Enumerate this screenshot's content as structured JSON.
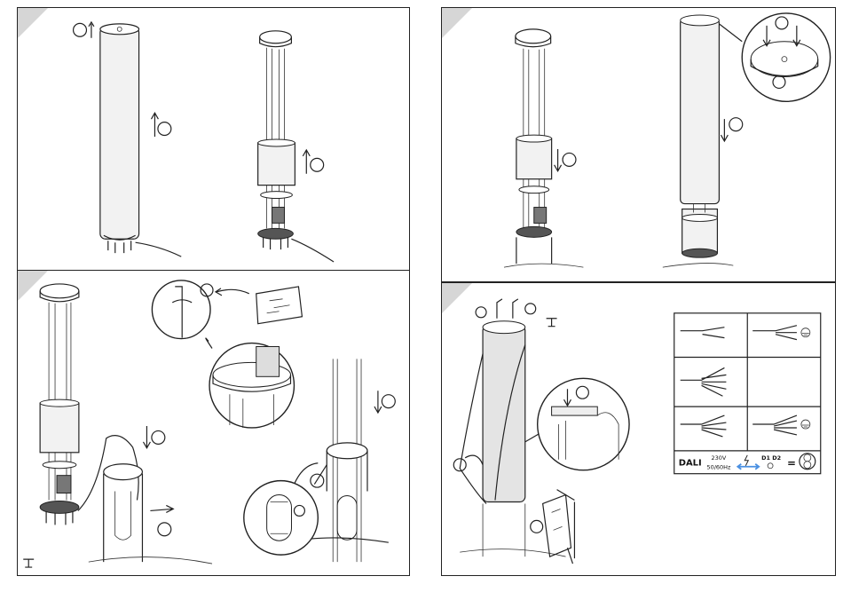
{
  "wiring_table": {
    "protocol_label": "DALI",
    "voltage_label": "230V",
    "frequency_label": "50/60Hz",
    "terminals_label": "D1 D2",
    "equals_label": "="
  },
  "colors": {
    "line": "#222222",
    "panel_corner": "#d6d6d6",
    "arrow_accent": "#4a90e2"
  },
  "icons": [
    "clockwise-arrow-icon",
    "counterclockwise-arrow-icon",
    "up-arrow-icon",
    "down-arrow-icon",
    "ground-symbol-icon",
    "lightning-icon",
    "transformer-symbol-icon",
    "hex-key-icon",
    "screw-bag-icon"
  ]
}
